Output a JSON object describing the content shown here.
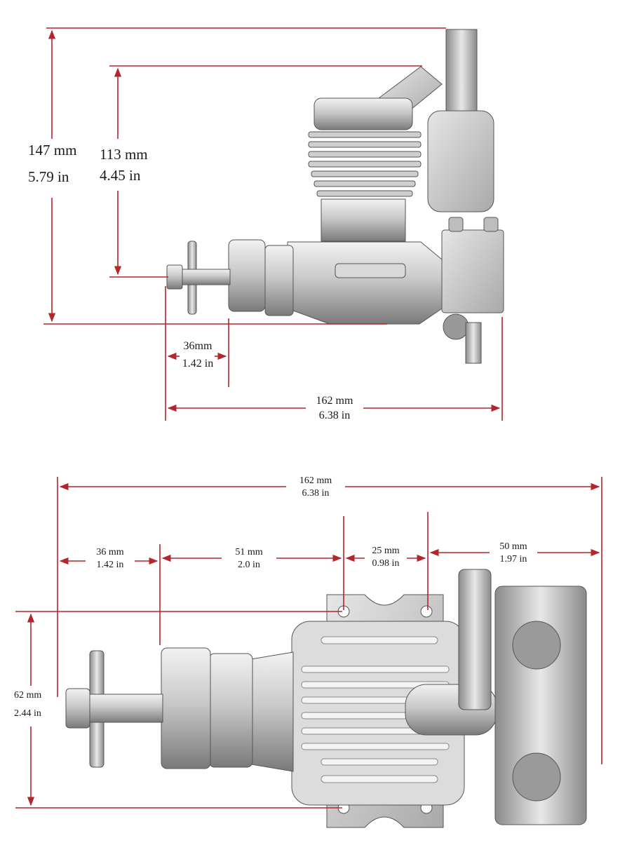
{
  "colors": {
    "dimension_line": "#b3262b",
    "metal_light": "#e4e4e4",
    "metal_mid": "#b9b9b9",
    "metal_dark": "#6f6f6f"
  },
  "side_view": {
    "overall_height": {
      "mm": "147 mm",
      "in": "5.79 in"
    },
    "cylinder_height": {
      "mm": "113 mm",
      "in": "4.45 in"
    },
    "prop_hub_length": {
      "mm": "36mm",
      "in": "1.42 in"
    },
    "overall_length": {
      "mm": "162 mm",
      "in": "6.38 in"
    }
  },
  "top_view": {
    "overall_length": {
      "mm": "162 mm",
      "in": "6.38 in"
    },
    "prop_hub_length": {
      "mm": "36 mm",
      "in": "1.42 in"
    },
    "front_to_mount": {
      "mm": "51 mm",
      "in": "2.0 in"
    },
    "mount_spacing": {
      "mm": "25 mm",
      "in": "0.98 in"
    },
    "rear_section": {
      "mm": "50 mm",
      "in": "1.97 in"
    },
    "mount_width": {
      "mm": "62 mm",
      "in": "2.44 in"
    }
  }
}
